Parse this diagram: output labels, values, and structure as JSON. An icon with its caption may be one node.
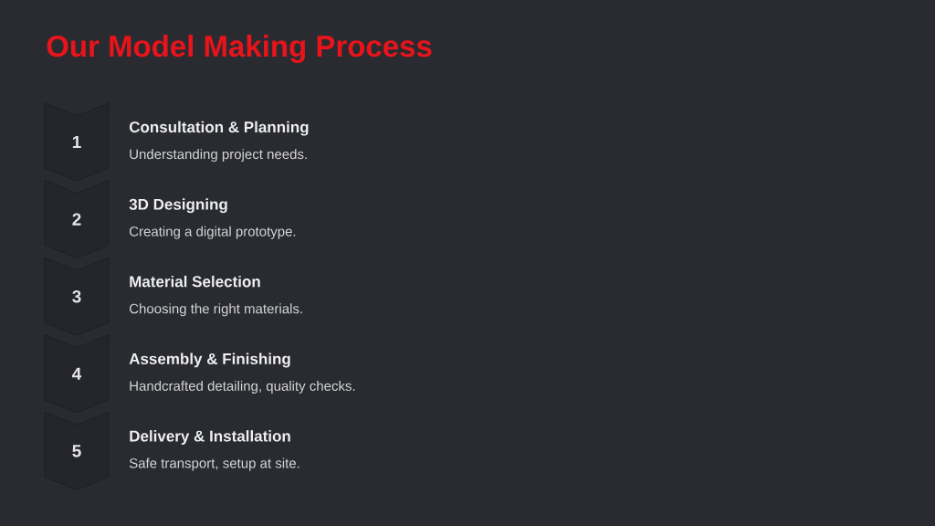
{
  "diagram": {
    "title": "Our Model Making Process",
    "nodes": [
      {
        "text": [
          "1"
        ],
        "beside": [
          "Consultation & Planning",
          "Understanding project needs."
        ]
      },
      {
        "text": [
          "2"
        ],
        "beside": [
          "3D Designing",
          "Creating a digital prototype."
        ]
      },
      {
        "text": [
          "3"
        ],
        "beside": [
          "Material Selection",
          "Choosing the right materials."
        ]
      },
      {
        "text": [
          "4"
        ],
        "beside": [
          "Assembly & Finishing",
          "Handcrafted detailing, quality checks."
        ]
      },
      {
        "text": [
          "5"
        ],
        "beside": [
          "Delivery & Installation",
          "Safe transport, setup at site."
        ]
      }
    ]
  }
}
